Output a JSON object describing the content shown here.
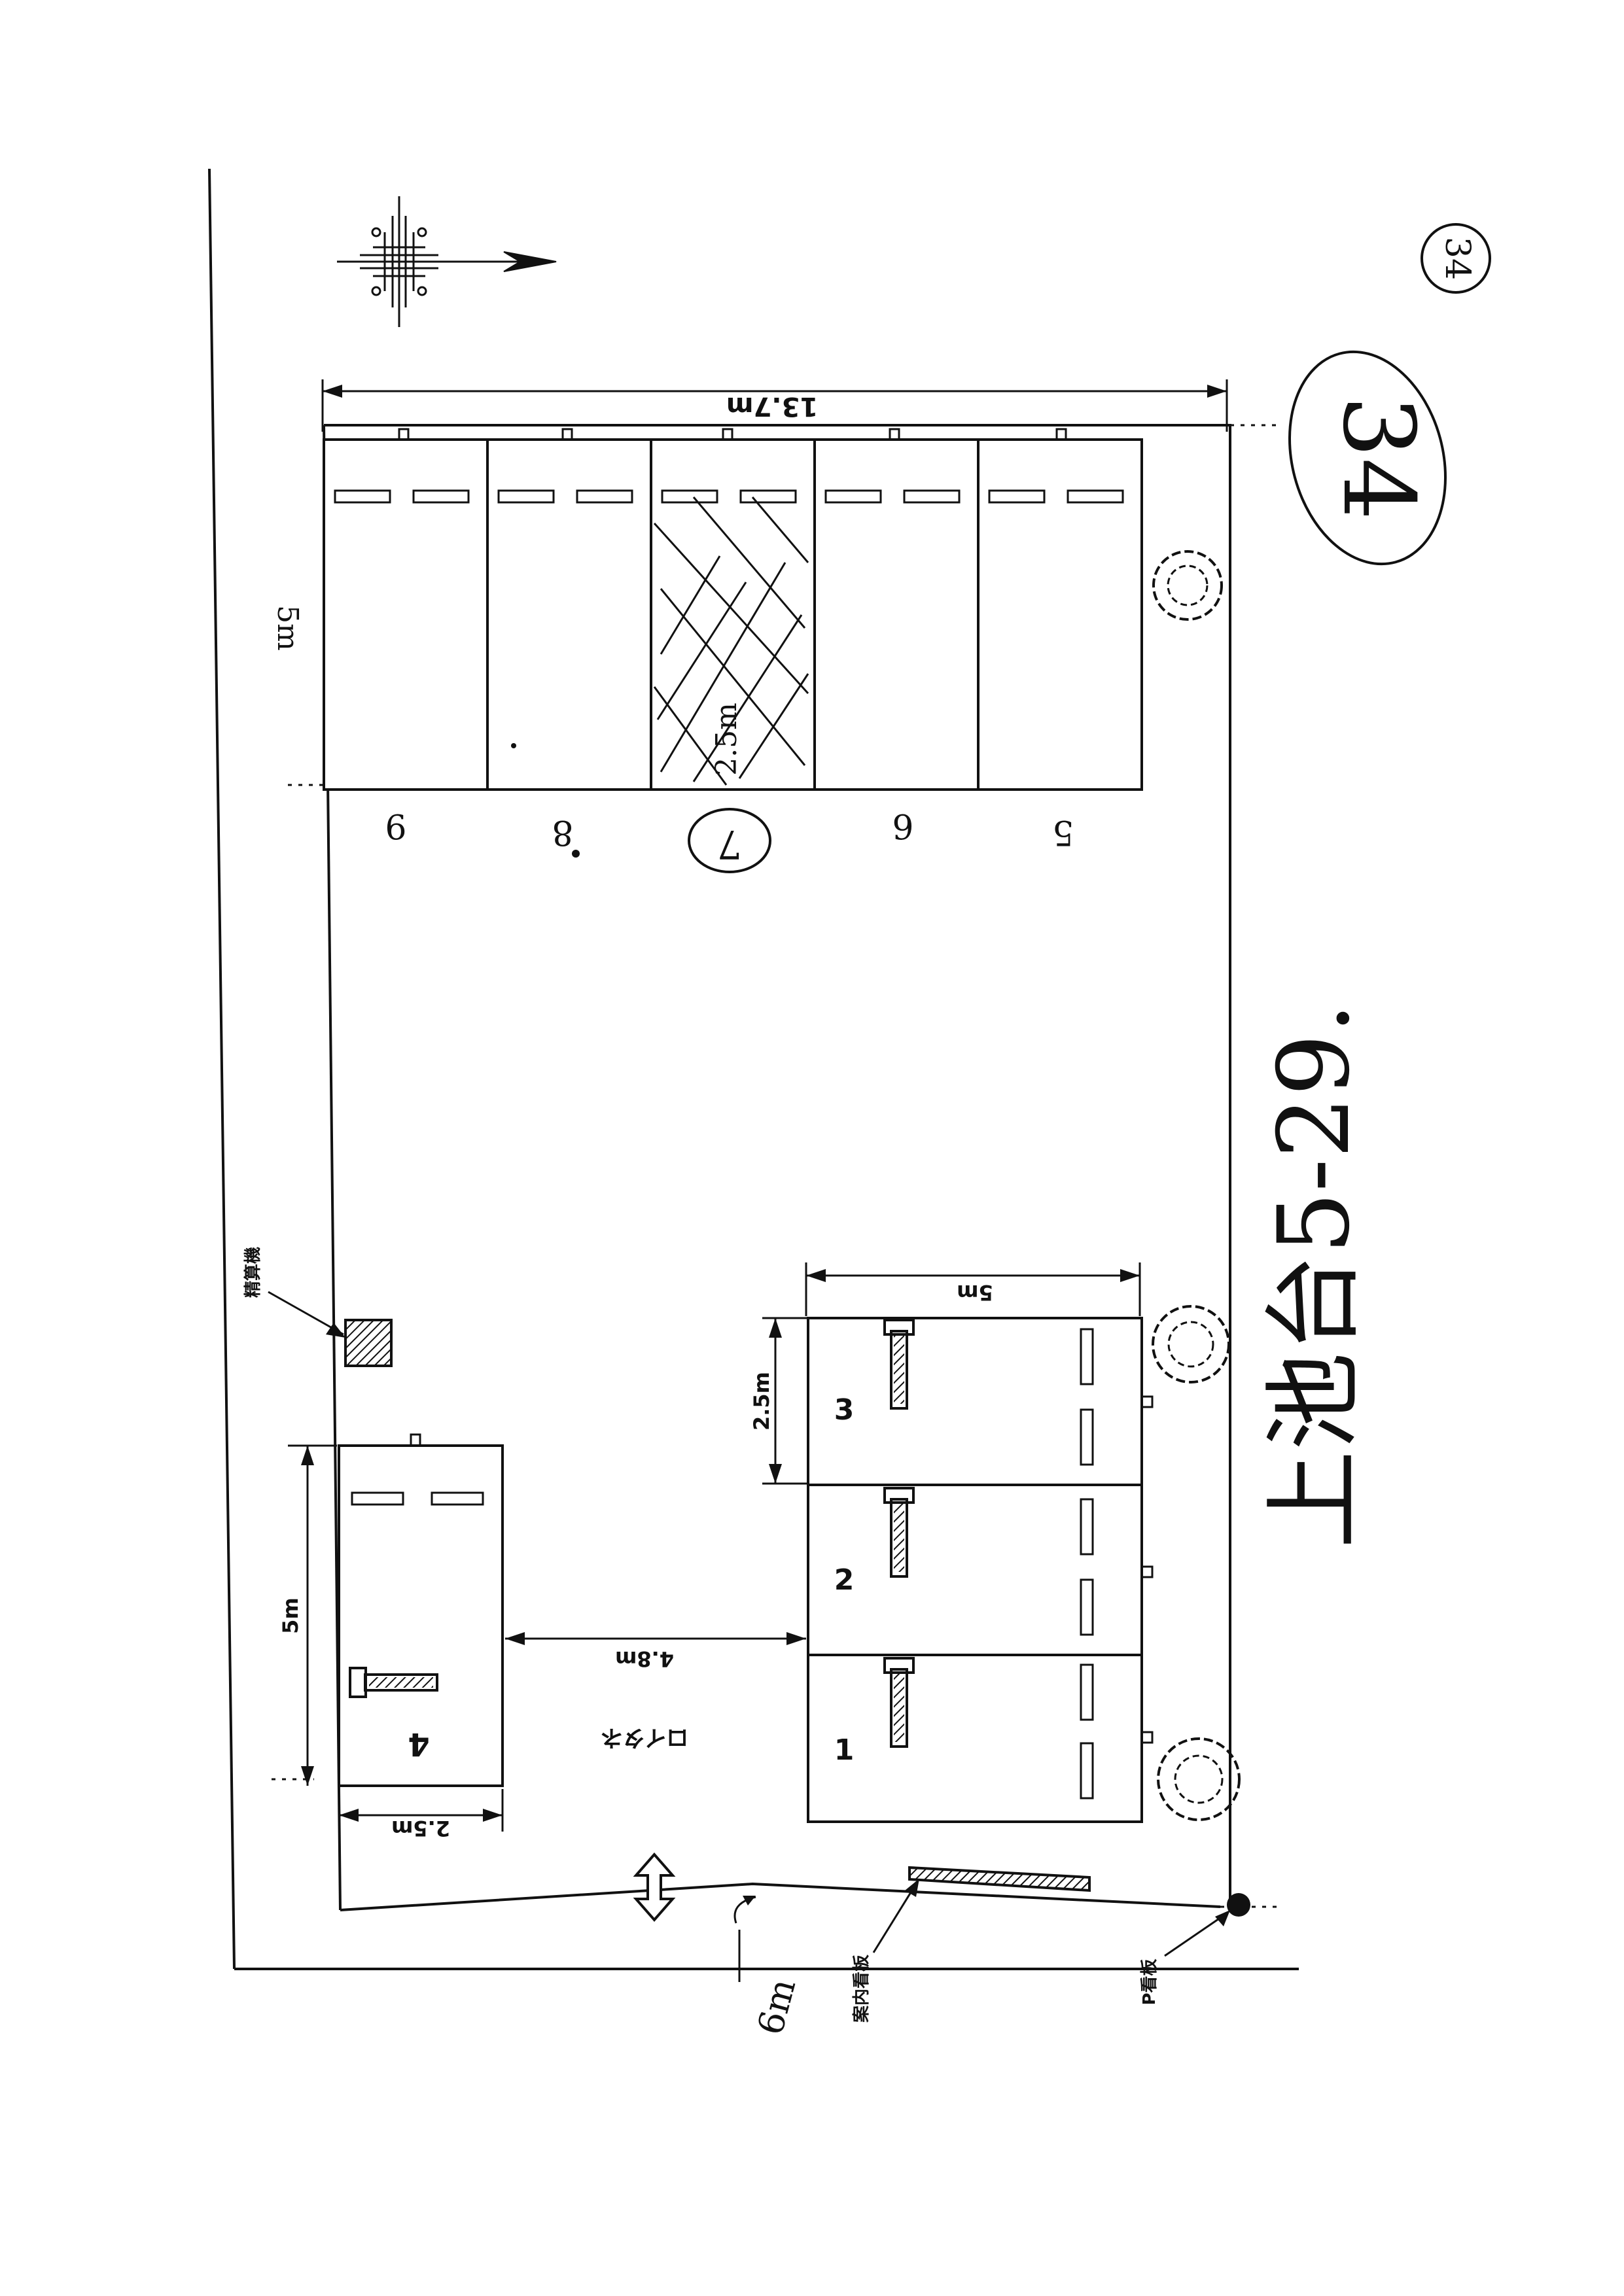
{
  "north_arrow_icon": "compass-rose-icon",
  "page_mark": "34",
  "big_circled_mark": "34",
  "handwritten_address": "上池台5-29.",
  "dimensions": {
    "total_width": "13.7m",
    "top_bay_length": "5m",
    "top_bay_width": "2.5m",
    "aisle_width": "4.8m",
    "lower_bay_length": "5m",
    "lower_bay_width": "2.5m",
    "bay4_length": "5m",
    "bay4_width": "2.5m",
    "road_width": "6m"
  },
  "aisle_label": "ロイタネ",
  "bay_numbers": {
    "b9": "9",
    "b8": "8",
    "b7": "7",
    "b6": "6",
    "b5": "5",
    "b1": "1",
    "b2": "2",
    "b3": "3",
    "b4": "4"
  },
  "legend": {
    "payment_machine": "精算機",
    "guide_sign": "案内看板",
    "p_sign": "P看板"
  },
  "highlighted_bay": "7"
}
